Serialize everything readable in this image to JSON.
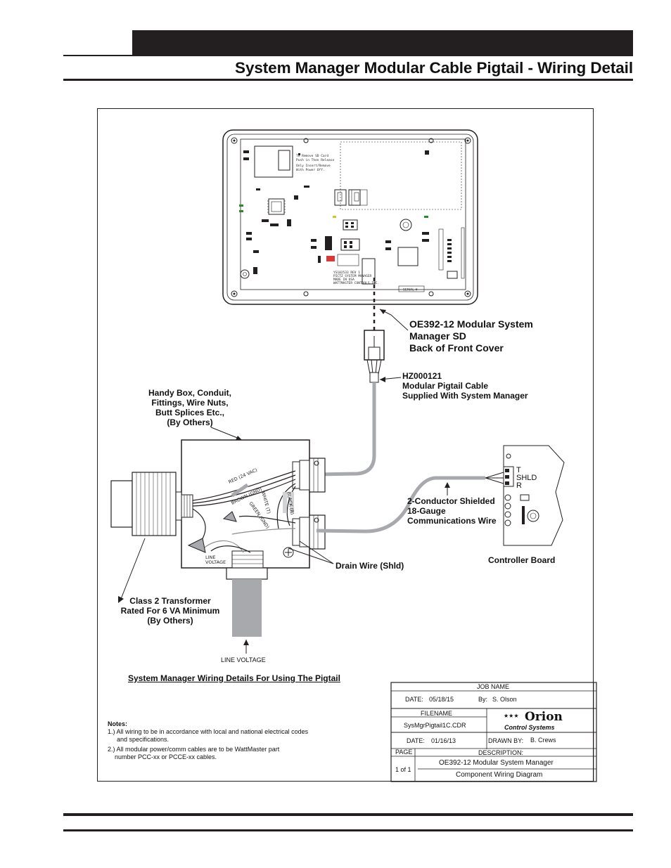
{
  "page_title": "System Manager Modular Cable Pigtail - Wiring Detail",
  "labels": {
    "device_title": "OE392-12 Modular System",
    "device_title2": "Manager SD",
    "device_title3": "Back of Front Cover",
    "cable_part": "HZ000121",
    "cable_name": "Modular Pigtail Cable",
    "cable_supplied": "Supplied With System Manager",
    "handy_box": [
      "Handy Box, Conduit,",
      "Fittings, Wire Nuts,",
      "Butt Splices Etc.,",
      "(By Others)"
    ],
    "comm_wire": [
      "2-Conductor Shielded",
      "18-Gauge",
      "Communications Wire"
    ],
    "drain_wire": "Drain Wire (Shld)",
    "controller_board": "Controller Board",
    "transformer": [
      "Class 2 Transformer",
      "Rated For 6 VA Minimum",
      "(By Others)"
    ],
    "line_voltage": "LINE VOLTAGE",
    "line_voltage_box": [
      "LINE",
      "VOLTAGE"
    ],
    "terminal_t": "T",
    "terminal_shld": "SHLD",
    "terminal_r": "R",
    "wire_red": "RED (24 VAC)",
    "wire_brown": "BROWN (GND)",
    "wire_white": "WHITE (T)",
    "wire_black": "BLACK (R)",
    "wire_green": "GREEN (GND)",
    "board_note_1": "To Remove SD Card",
    "board_note_2": "Push in Then Release",
    "board_note_3": "Only Insert/Remove",
    "board_note_4": "With Power Off.",
    "board_serial": "SERIAL #",
    "board_mfg_1": "YS102533 REV 1",
    "board_mfg_2": "PICTZ SYSTEM MANAGER",
    "board_mfg_3": "MADE IN USA",
    "board_mfg_4": "WATTMASTER CONTROLS INC."
  },
  "wiring_title": "System Manager Wiring Details For Using The Pigtail",
  "notes": {
    "heading": "Notes:",
    "items": [
      "1.) All wiring to be in accordance with local and national electrical codes",
      "and specifications.",
      "2.) All modular power/comm cables are to be WattMaster part",
      "number PCC-xx or PCCE-xx cables."
    ]
  },
  "title_block": {
    "job_name_label": "JOB NAME",
    "date_label": "DATE:",
    "date_value": "05/18/15",
    "by_label": "By:",
    "by_value": "S. Olson",
    "filename_label": "FILENAME",
    "filename_value": "SysMgrPigtail1C.CDR",
    "logo_text": "Orion",
    "logo_sub": "Control Systems",
    "date2_label": "DATE:",
    "date2_value": "01/16/13",
    "drawn_by_label": "DRAWN BY:",
    "drawn_by_value": "B. Crews",
    "page_label": "PAGE",
    "description_label": "DESCRIPTION:",
    "page_value": "1 of 1",
    "description_1": "OE392-12 Modular System Manager",
    "description_2": "Component Wiring Diagram"
  }
}
